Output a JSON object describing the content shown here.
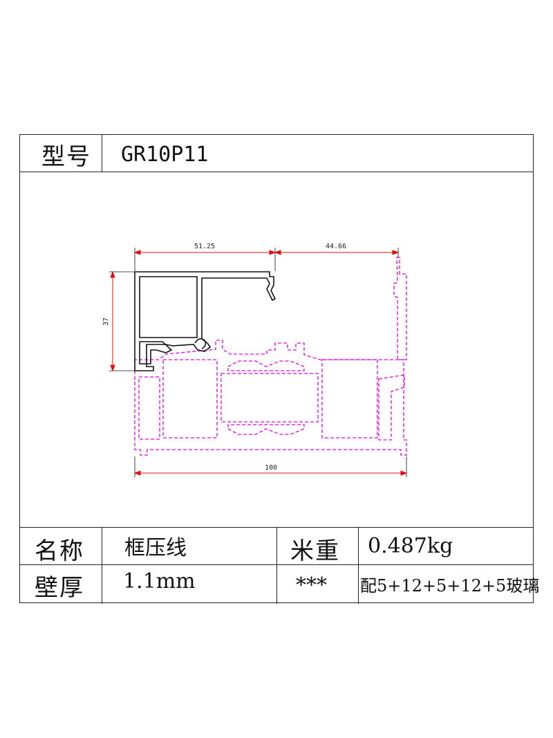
{
  "header": {
    "model_label": "型号",
    "model_value": "GR10P11"
  },
  "dimensions": {
    "top_left": "51.25",
    "top_right": "44.66",
    "height": "37",
    "bottom": "100"
  },
  "info": {
    "name_label": "名称",
    "name_value": "框压线",
    "weight_label": "米重",
    "weight_value": "0.487kg",
    "thickness_label": "壁厚",
    "thickness_value": "1.1mm",
    "stars": "***",
    "glass_note": "配5+12+5+12+5玻璃"
  },
  "colors": {
    "profile": "#111111",
    "reference": "#e600e6",
    "dimension": "#e01010"
  }
}
